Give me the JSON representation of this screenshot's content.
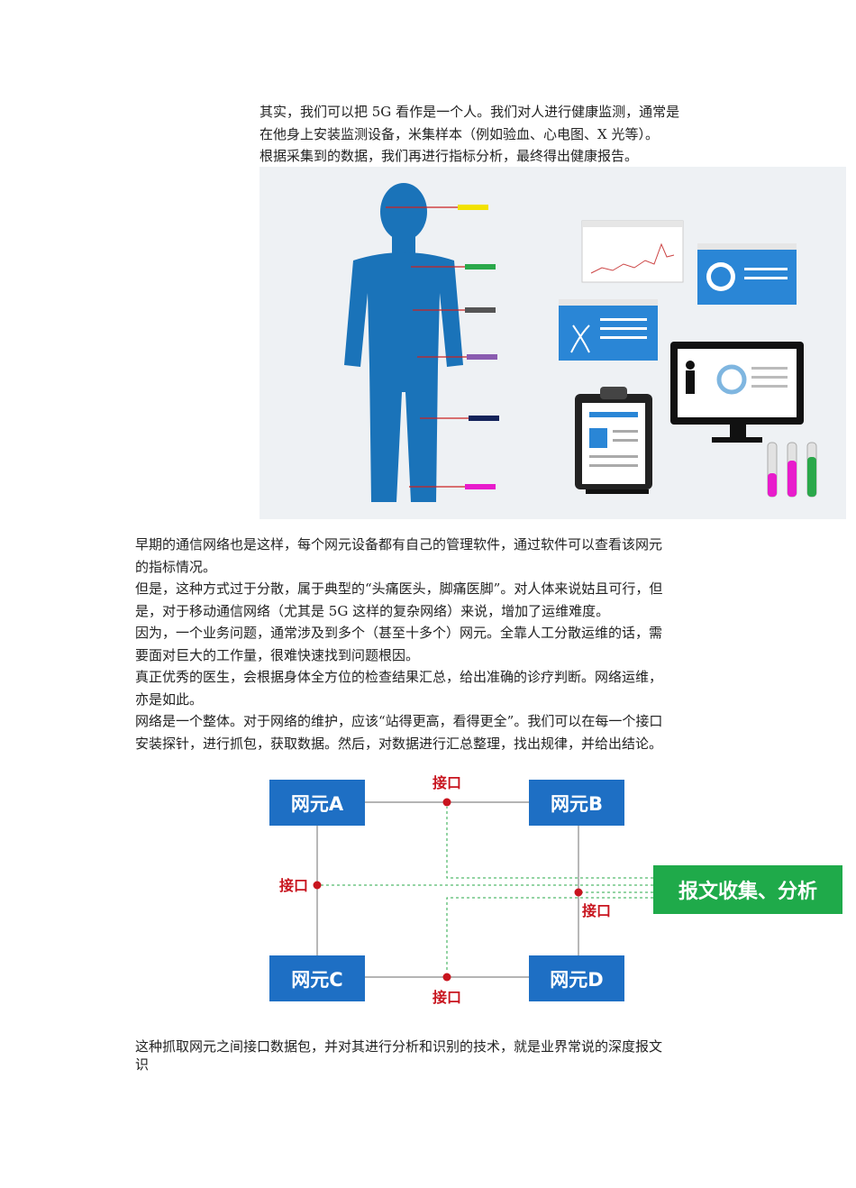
{
  "intro": {
    "lines": [
      "其实，我们可以把 5G 看作是一个人。我们对人进行健康监测，通常是",
      "在他身上安装监测设备，米集样本（例如验血、心电图、X 光等）。",
      "根据采集到的数据，我们再进行指标分析，最终得出健康报告。"
    ]
  },
  "body": {
    "lines": [
      "早期的通信网络也是这样，每个网元设备都有自己的管理软件，通过软件可以查看该网元",
      "的指标情况。",
      "但是，这种方式过于分散，属于典型的“头痛医头，脚痛医脚”。对人体来说姑且可行，但",
      "是，对于移动通信网络（尤其是 5G 这样的复杂网络）来说，增加了运维难度。",
      "因为，一个业务问题，通常涉及到多个（甚至十多个）网元。全靠人工分散运维的话，需",
      "要面对巨大的工作量，很难快速找到问题根因。",
      "真正优秀的医生，会根据身体全方位的检查结果汇总，给出准确的诊疗判断。网络运维，",
      "亦是如此。",
      "网络是一个整体。对于网络的维护，应该“站得更高，看得更全”。我们可以在每一个接口",
      "安装探针，进行抓包，获取数据。然后，对数据进行汇总整理，找出规律，并给出结论。"
    ]
  },
  "diagram": {
    "nodes": [
      "网元A",
      "网元B",
      "网元C",
      "网元D"
    ],
    "interface_label": "接口",
    "collector": "报文收集、分析"
  },
  "closing": {
    "lines": [
      "这种抓取网元之间接口数据包，并对其进行分析和识别的技术，就是业界常说的深度报文",
      "识"
    ]
  },
  "colors": {
    "node_blue": "#1e6fc4",
    "collector_green": "#1faa4a",
    "interface_red": "#c8141e",
    "body_blue": "#1a73b9"
  }
}
